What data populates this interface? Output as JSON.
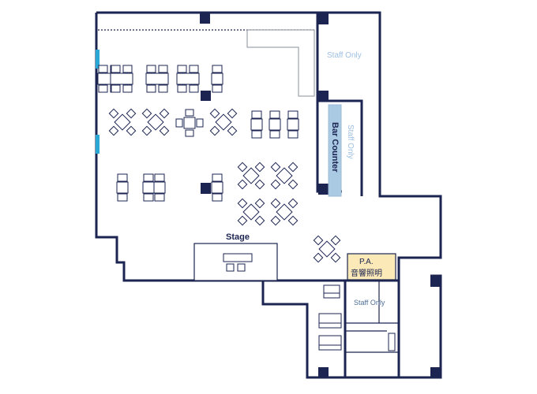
{
  "floor_plan": {
    "labels": {
      "staff_only_top": "Staff Only",
      "staff_only_side": "Staff Only",
      "bar_counter": "Bar Counter",
      "stage": "Stage",
      "pa": "P.A.",
      "pa_sub": "音響照明",
      "staff_only_bottom": "Staff Only"
    },
    "colors": {
      "wall": "#1c2451",
      "door": "#2aa7d5",
      "bar_counter": "#aac9e3",
      "pa_box": "#fbe9b7",
      "staff_text": "#9dbfe0"
    }
  }
}
